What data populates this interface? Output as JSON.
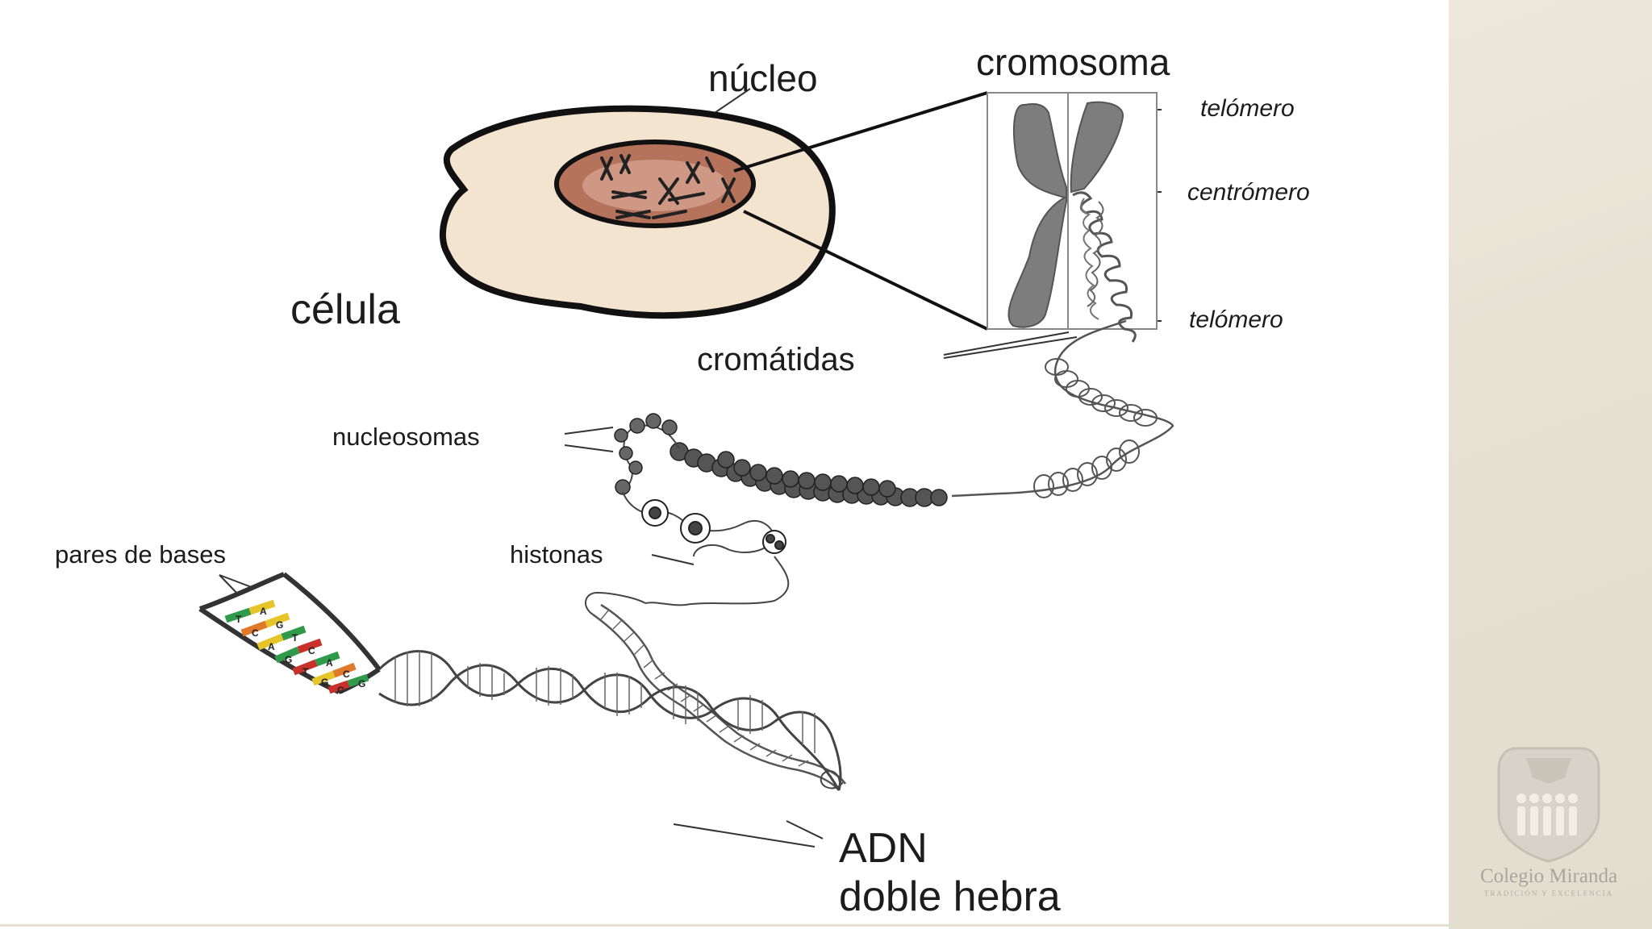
{
  "labels": {
    "nucleo": "núcleo",
    "cromosoma": "cromosoma",
    "telomero_top": "telómero",
    "centromero": "centrómero",
    "telomero_bottom": "telómero",
    "celula": "célula",
    "cromatidas": "cromátidas",
    "nucleosomas": "nucleosomas",
    "histonas": "histonas",
    "pares_de_bases": "pares de bases",
    "adn_line1": "ADN",
    "adn_line2": "doble hebra"
  },
  "base_letters": [
    "T",
    "A",
    "C",
    "G",
    "A",
    "T",
    "G",
    "C",
    "T",
    "A",
    "G",
    "C",
    "C",
    "G"
  ],
  "logo": {
    "text": "Colegio Miranda",
    "subtext": "TRADICIÓN Y EXCELENCIA"
  },
  "colors": {
    "cell_fill": "#f3e4d0",
    "nucleus_fill": "#b6735c",
    "chromosome_gray": "#7d7d7d",
    "base_yellow": "#e6c52a",
    "base_green": "#2f9a4a",
    "base_orange": "#e07a2a",
    "base_red": "#c8302a",
    "side_panel": "#e6e1d3"
  }
}
